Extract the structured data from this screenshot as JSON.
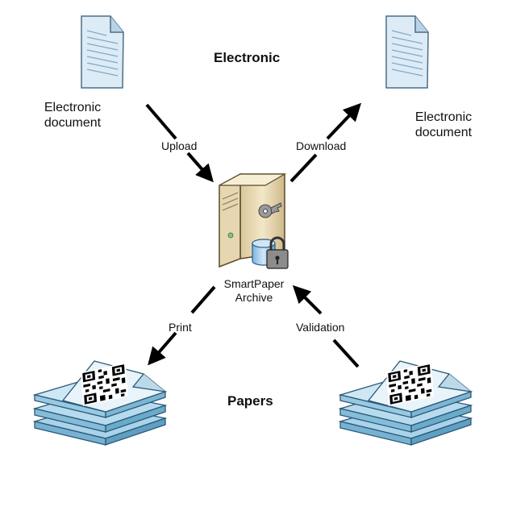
{
  "sections": {
    "top": "Electronic",
    "bottom": "Papers"
  },
  "nodes": {
    "doc_left": {
      "line1": "Electronic",
      "line2": "document"
    },
    "doc_right": {
      "line1": "Electronic",
      "line2": "document"
    },
    "server": {
      "line1": "SmartPaper",
      "line2": "Archive"
    }
  },
  "arrows": {
    "upload": "Upload",
    "download": "Download",
    "print": "Print",
    "validation": "Validation"
  },
  "colors": {
    "doc_fill": "#dcebf5",
    "doc_lines": "#7fa9c6",
    "paper_fill": "#c7e3f2",
    "server_body": "#efe1bf",
    "arrow": "#000000"
  }
}
